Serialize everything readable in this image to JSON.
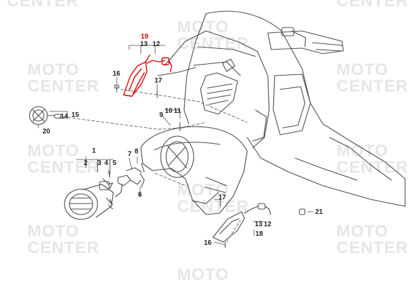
{
  "watermark": {
    "line1": "MOTO",
    "line2": "CENTER"
  },
  "callouts": {
    "c19": "19",
    "c13a": "13",
    "c12a": "12",
    "c16a": "16",
    "c17a": "17",
    "c15": "15",
    "c14": "14",
    "c20": "20",
    "c10": "10",
    "c11": "11",
    "c9": "9",
    "c1": "1",
    "c2": "2",
    "c3": "3",
    "c4": "4",
    "c5": "5",
    "c7": "7",
    "c8": "8",
    "c6": "6",
    "c17b": "17",
    "c13b": "13",
    "c12b": "12",
    "c18": "18",
    "c16b": "16",
    "c21": "21"
  },
  "colors": {
    "line": "#4a4a4a",
    "highlight": "#e00000",
    "watermark": "#e6e6e6"
  }
}
